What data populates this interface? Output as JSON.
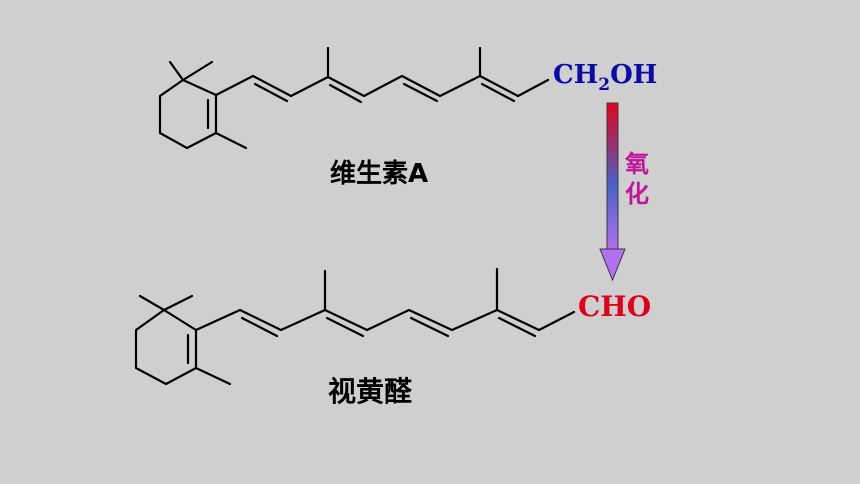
{
  "molecule_top": {
    "group_main": "CH",
    "group_sub": "2",
    "group_tail": "OH",
    "name": "维生素A",
    "group_color": "#0a0aa8"
  },
  "reaction": {
    "label_line1": "氧",
    "label_line2": "化",
    "label_color": "#c0169a",
    "arrow_top_color": "#e8001a",
    "arrow_mid_color": "#4860c8",
    "arrow_bottom_color": "#b070f0"
  },
  "molecule_bottom": {
    "group": "CHO",
    "name": "视黄醛",
    "group_color": "#e0001a"
  }
}
